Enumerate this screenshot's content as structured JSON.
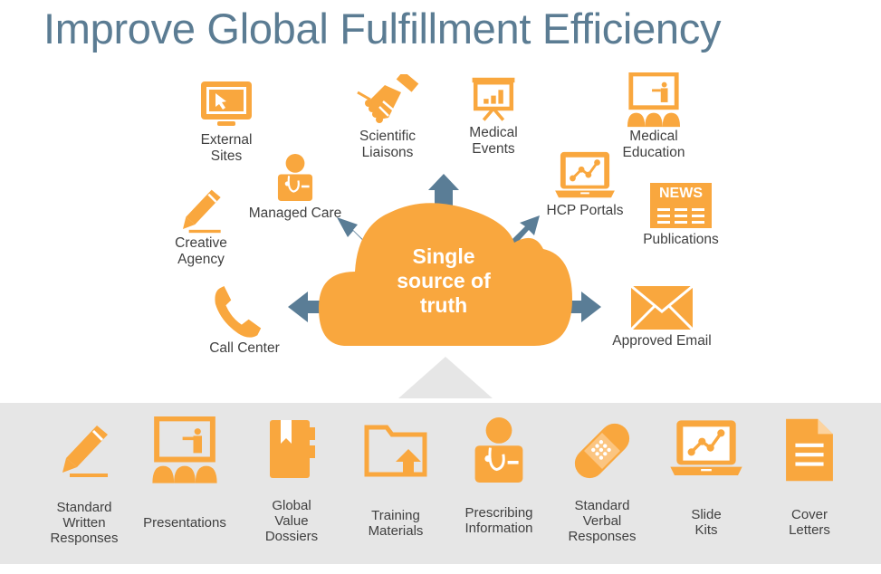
{
  "title": "Improve Global Fulfillment Efficiency",
  "colors": {
    "accent": "#F9A73E",
    "arrow": "#5A7D96",
    "title": "#5B7C93",
    "band": "#E6E6E6"
  },
  "center": {
    "line1": "Single",
    "line2": "source of",
    "line3": "truth",
    "icon": "cloud-icon"
  },
  "channels": [
    {
      "l1": "External",
      "l2": "Sites",
      "icon": "monitor-cursor-icon"
    },
    {
      "l1": "Scientific",
      "l2": "Liaisons",
      "icon": "handshake-icon"
    },
    {
      "l1": "Medical",
      "l2": "Events",
      "icon": "presentation-board-icon"
    },
    {
      "l1": "Medical",
      "l2": "Education",
      "icon": "classroom-icon"
    },
    {
      "l1": "Managed Care",
      "icon": "doctor-icon"
    },
    {
      "l1": "HCP Portals",
      "icon": "laptop-chart-icon"
    },
    {
      "l1": "Publications",
      "icon": "news-icon",
      "badge": "NEWS"
    },
    {
      "l1": "Creative",
      "l2": "Agency",
      "icon": "pencil-icon"
    },
    {
      "l1": "Call Center",
      "icon": "phone-icon"
    },
    {
      "l1": "Approved Email",
      "icon": "envelope-icon"
    }
  ],
  "sources": [
    {
      "l1": "Standard",
      "l2": "Written",
      "l3": "Responses",
      "icon": "pencil-icon"
    },
    {
      "l1": "Presentations",
      "icon": "classroom-icon"
    },
    {
      "l1": "Global",
      "l2": "Value",
      "l3": "Dossiers",
      "icon": "book-icon"
    },
    {
      "l1": "Training",
      "l2": "Materials",
      "icon": "folder-upload-icon"
    },
    {
      "l1": "Prescribing",
      "l2": "Information",
      "icon": "doctor-icon"
    },
    {
      "l1": "Standard",
      "l2": "Verbal",
      "l3": "Responses",
      "icon": "bandage-icon"
    },
    {
      "l1": "Slide",
      "l2": "Kits",
      "icon": "laptop-chart-icon"
    },
    {
      "l1": "Cover",
      "l2": "Letters",
      "icon": "document-icon"
    }
  ]
}
